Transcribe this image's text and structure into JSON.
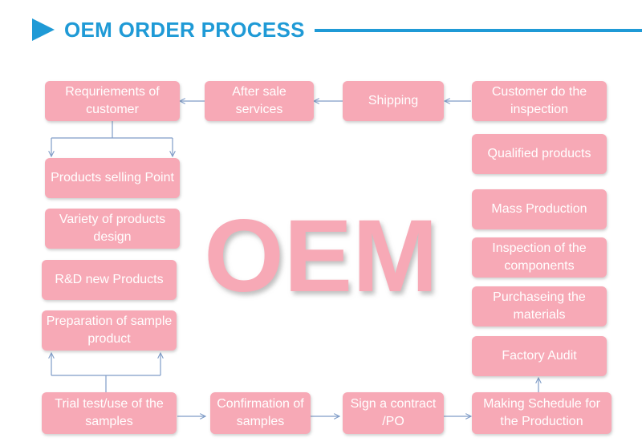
{
  "header": {
    "title": "OEM ORDER PROCESS"
  },
  "watermark": "OEM",
  "colors": {
    "accent": "#1f9ad6",
    "box": "#f7a9b6",
    "arrow": "#7f9cc7"
  },
  "steps": {
    "requirements": "Requriements of customer",
    "after_sale": "After sale services",
    "shipping": "Shipping",
    "inspection": "Customer do the inspection",
    "selling_point": "Products selling Point",
    "variety": "Variety of products design",
    "rnd": "R&D new Products",
    "sample_prep": "Preparation of sample product",
    "trial": "Trial test/use of the samples",
    "confirmation": "Confirmation of samples",
    "contract": "Sign a contract /PO",
    "schedule": "Making Schedule for the Production",
    "factory_audit": "Factory Audit",
    "purchasing": "Purchaseing the materials",
    "components": "Inspection of the components",
    "mass": "Mass Production",
    "qualified": "Qualified products"
  }
}
